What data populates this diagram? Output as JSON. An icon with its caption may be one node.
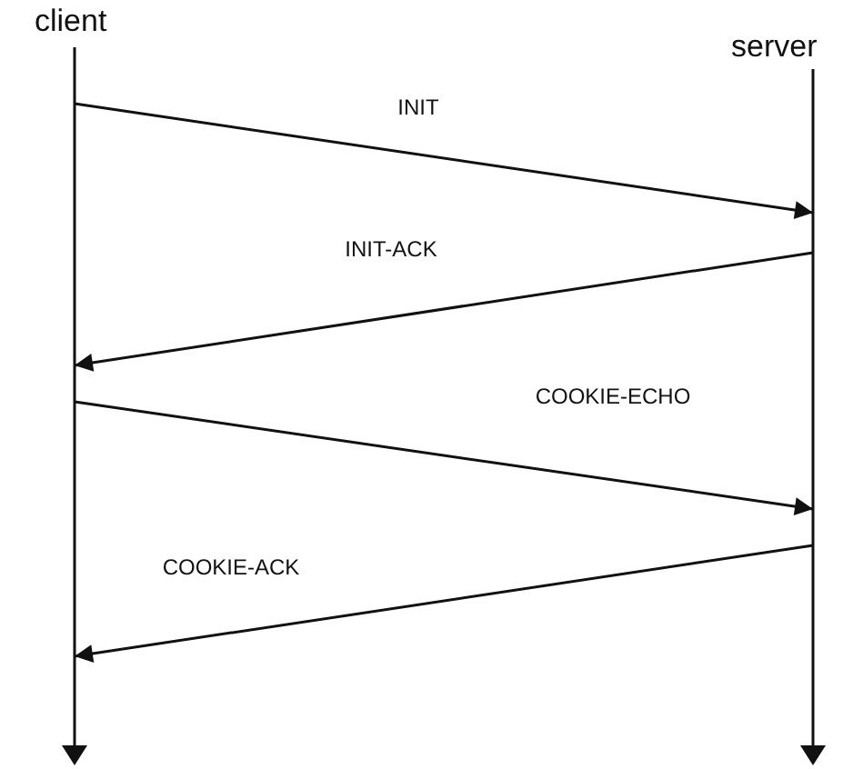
{
  "diagram": {
    "nodes": [
      {
        "text": [
          "client"
        ]
      },
      {
        "text": [
          "server"
        ]
      }
    ],
    "edges": [
      {
        "from": 0,
        "to": 1,
        "arrow": "to",
        "label": "INIT"
      },
      {
        "from": 1,
        "to": 0,
        "arrow": "to",
        "label": "INIT-ACK"
      },
      {
        "from": 0,
        "to": 1,
        "arrow": "to",
        "label": "COOKIE-ECHO"
      },
      {
        "from": 1,
        "to": 0,
        "arrow": "to",
        "label": "COOKIE-ACK"
      }
    ]
  }
}
